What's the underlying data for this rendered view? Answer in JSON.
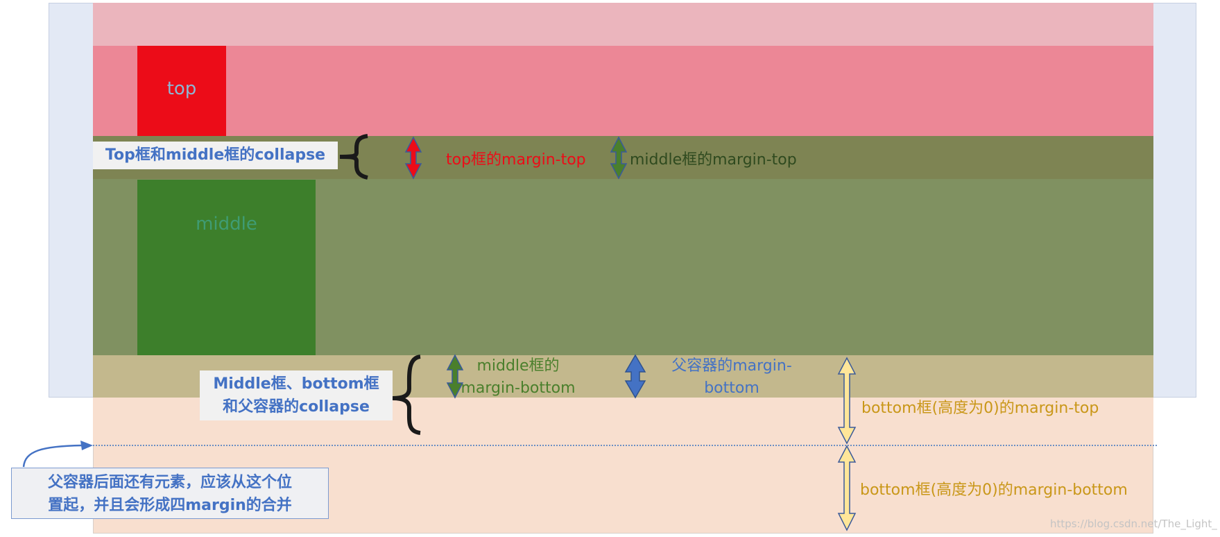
{
  "boxes": {
    "top_label": "top",
    "middle_label": "middle"
  },
  "labels": {
    "collapse_top_middle": "Top框和middle框的collapse",
    "collapse_middle_bottom_line1": "Middle框、bottom框",
    "collapse_middle_bottom_line2": "和父容器的collapse",
    "note_line1": "父容器后面还有元素，应该从这个位",
    "note_line2": "置起，并且会形成四margin的合并"
  },
  "annotations": {
    "top_margin_top": "top框的margin-top",
    "middle_margin_top": "middle框的margin-top",
    "middle_margin_bottom_line1": "middle框的",
    "middle_margin_bottom_line2": "margin-bottom",
    "parent_margin_bottom_line1": "父容器的margin-",
    "parent_margin_bottom_line2": "bottom",
    "bottom_margin_top": "bottom框(高度为0)的margin-top",
    "bottom_margin_bottom": "bottom框(高度为0)的margin-bottom"
  },
  "watermark": "https://blog.csdn.net/The_Light_",
  "colors": {
    "parent_bg": "#e3e9f5",
    "top_margin": "#ebb5bd",
    "top_area": "#ec8796",
    "top_box": "#ec0c18",
    "collapse_1": "#7e8453",
    "middle_area": "#809161",
    "middle_box": "#3d7f2b",
    "collapse_2": "#c3b88d",
    "bottom_margin": "#f8dfcf",
    "label_text": "#4472c4",
    "arrow_red": "#ec0c18",
    "arrow_green": "#4a7f2c",
    "arrow_blue": "#4472c4",
    "arrow_yellow": "#ffe699"
  }
}
